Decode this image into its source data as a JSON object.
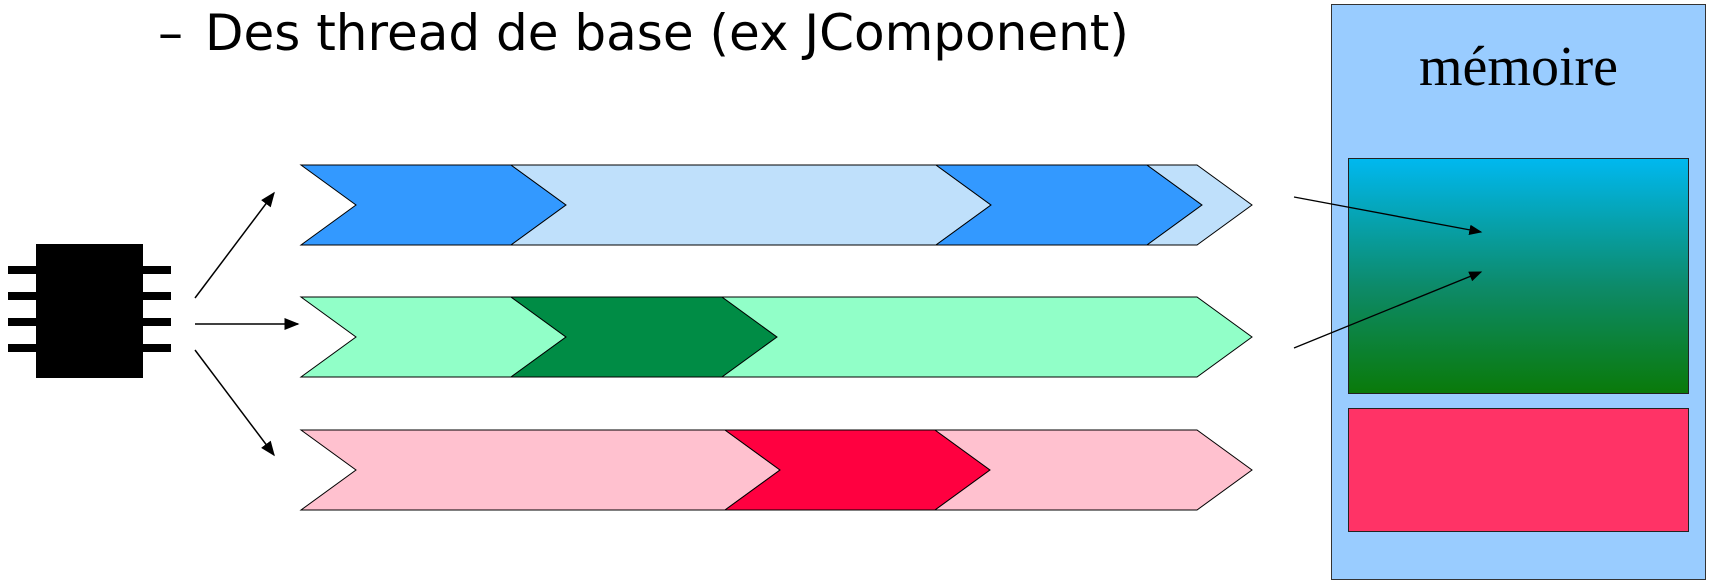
{
  "bullet": {
    "dash": "–",
    "text": "Des thread de base (ex JComponent)"
  },
  "memory": {
    "label": "mémoire",
    "panel_color": "#99ccff",
    "shared_gradient": [
      "#00b8ef",
      "#0a7a0a"
    ],
    "private_color": "#ff3366"
  },
  "processor": {
    "icon": "chip-icon",
    "color": "#000000"
  },
  "threads": [
    {
      "light_color": "#bfe0fb",
      "dark_color": "#3399ff",
      "segments": [
        "dark",
        "light",
        "dark",
        "light"
      ]
    },
    {
      "light_color": "#91ffc8",
      "dark_color": "#008c45",
      "segments": [
        "light",
        "dark",
        "light"
      ]
    },
    {
      "light_color": "#ffc1cf",
      "dark_color": "#ff0040",
      "segments": [
        "light",
        "dark",
        "light"
      ]
    }
  ]
}
